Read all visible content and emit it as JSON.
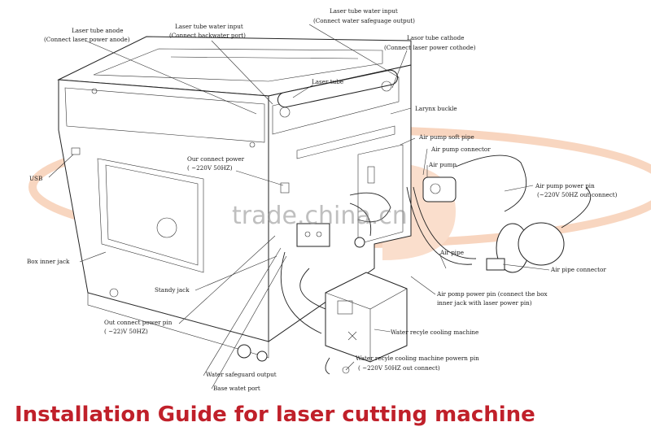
{
  "watermark": "trade.china.cn",
  "title": "Installation Guide for laser cutting machine",
  "colors": {
    "title": "#c0202a",
    "logo": "#f0a070"
  },
  "labels": {
    "tube_anode": "Laser tube anode",
    "tube_anode_sub": "(Connect laser power anode)",
    "water_input": "Laser tube water input",
    "water_input_sub": "(Connect backwater port)",
    "water_input2": "Laser tube water input",
    "water_input2_sub": "(Connect water safeguage output)",
    "cathode": "Lasor tube cathode",
    "cathode_sub": "(Connect laser power cothode)",
    "laser_tube": "Laser tube",
    "larynx": "Larynx buckle",
    "air_pipe_soft": "Air pump soft pipe",
    "air_pump_conn": "Air pump connector",
    "air_pump": "Air pump",
    "our_power": "Our connect power",
    "our_power_sub": "( ~220V 50HZ)",
    "usb": "USB",
    "pump_power_pin": "Air pump power pin",
    "pump_power_pin_sub": "(~220V 50HZ out connect)",
    "box_jack": "Box inner jack",
    "air_pipe_connector": "Air pipe connector",
    "air_pipe": "Air pipe",
    "standy_jack": "Standy jack",
    "pump_power_pin2": "Air pomp power pin (connect the box",
    "pump_power_pin2_sub": "inner jack with laser power pin)",
    "out_power": "Out connect power pin",
    "out_power_sub": "( ~22)V 50HZ)",
    "cooling": "Water recyle cooling machine",
    "cooling_pin": "Water recyle cooling machine powern pin",
    "cooling_pin_sub": "( ~220V 50HZ out connect)",
    "safeguard": "Water safeguard output",
    "base_port": "Base watet port"
  }
}
